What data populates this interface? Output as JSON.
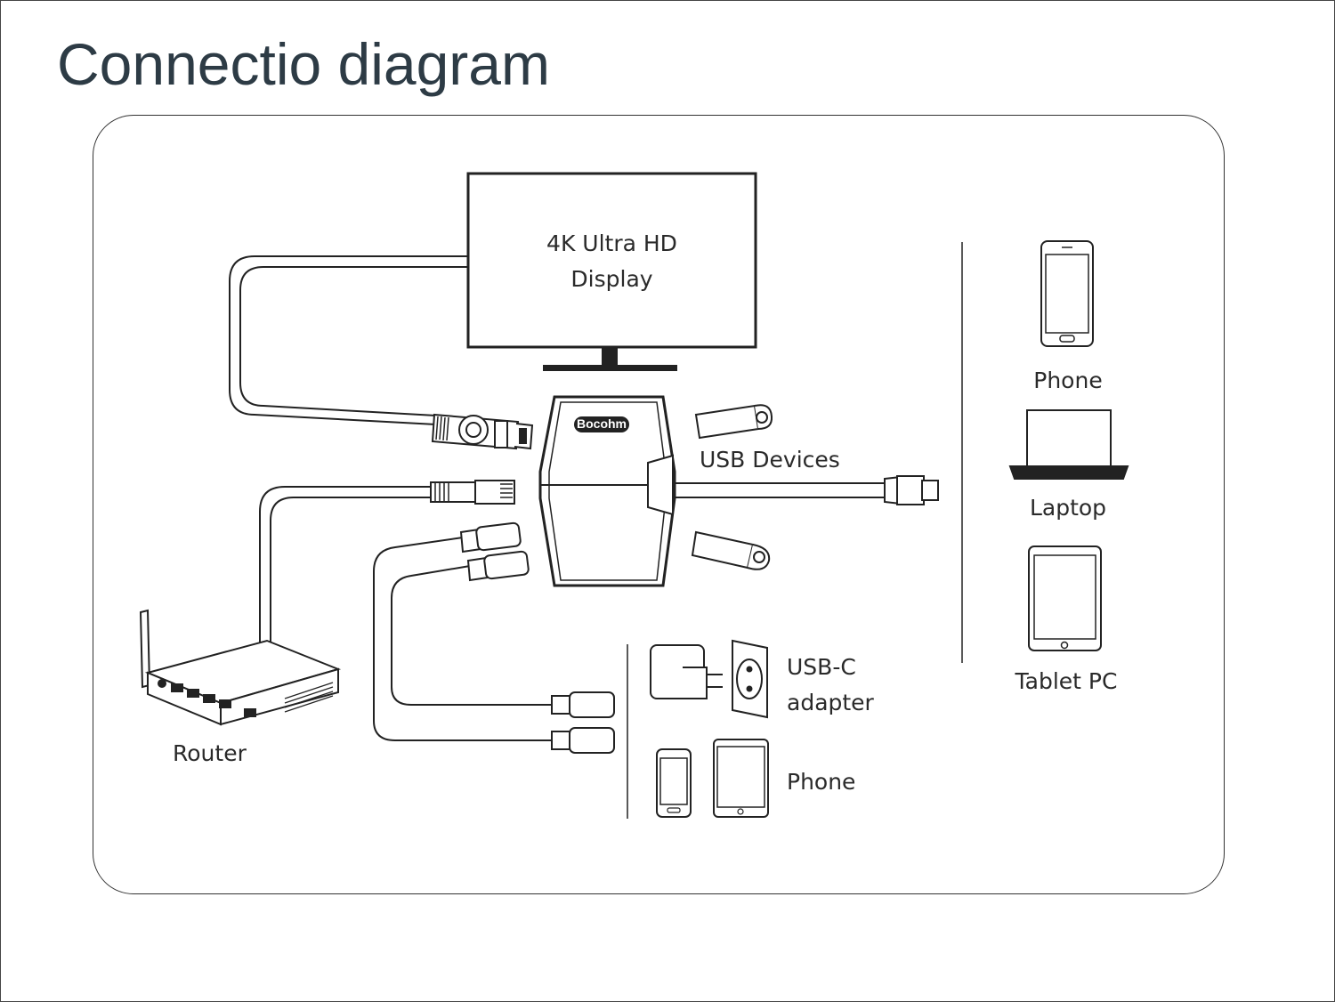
{
  "title": "Connectio diagram",
  "display": {
    "line1": "4K Ultra HD",
    "line2": "Display"
  },
  "hub": {
    "brand": "Bocohm"
  },
  "labels": {
    "usb_devices": "USB Devices",
    "router": "Router",
    "usbc_line1": "USB-C",
    "usbc_line2": "adapter",
    "phone_bottom": "Phone",
    "phone_right": "Phone",
    "laptop": "Laptop",
    "tablet": "Tablet PC"
  }
}
